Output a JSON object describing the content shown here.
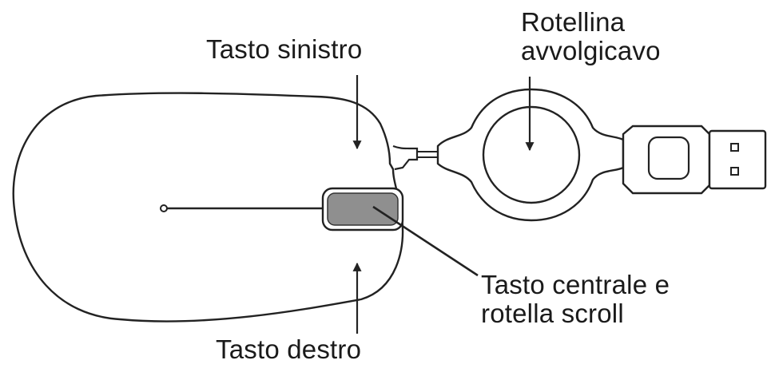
{
  "labels": {
    "left_button": "Tasto sinistro",
    "reel_line1": "Rotellina",
    "reel_line2": "avvolgicavo",
    "middle_line1": "Tasto centrale e",
    "middle_line2": "rotella scroll",
    "right_button": "Tasto destro"
  },
  "colors": {
    "outline": "#222222",
    "scroll_wheel_fill": "#8f8f8f",
    "background": "#ffffff"
  }
}
